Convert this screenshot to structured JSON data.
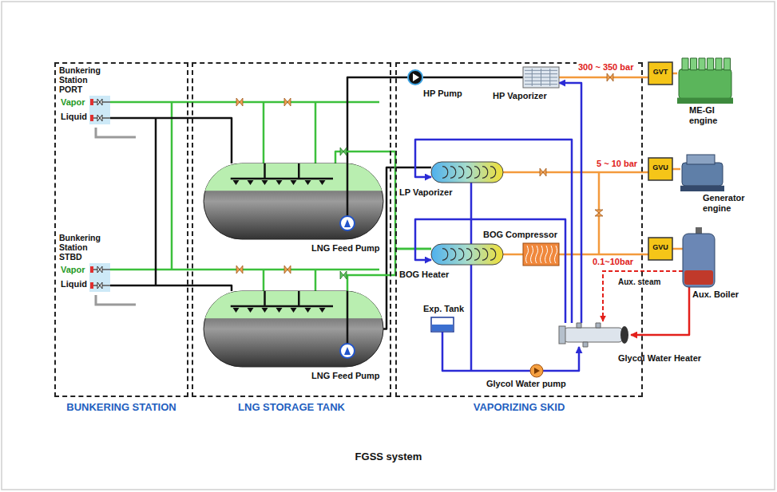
{
  "diagram": {
    "caption": "FGSS system",
    "nodes": [
      {
        "text": [
          "BUNKERING STATION"
        ]
      },
      {
        "text": [
          "Bunkering Station PORT",
          "Vapor",
          "Liquid"
        ],
        "in": 0
      },
      {
        "text": [
          "Bunkering Station STBD",
          "Vapor",
          "Liquid"
        ],
        "in": 0
      },
      {
        "text": [
          "LNG STORAGE TANK"
        ]
      },
      {
        "text": [
          "LNG Feed Pump"
        ],
        "in": 3
      },
      {
        "text": [
          "LNG Feed Pump"
        ],
        "in": 3
      },
      {
        "text": [
          "VAPORIZING SKID"
        ]
      },
      {
        "text": [
          "HP Pump"
        ],
        "in": 6
      },
      {
        "text": [
          "HP Vaporizer"
        ],
        "in": 6
      },
      {
        "text": [
          "LP Vaporizer"
        ],
        "in": 6
      },
      {
        "text": [
          "BOG Heater"
        ],
        "in": 6
      },
      {
        "text": [
          "BOG Compressor"
        ],
        "in": 6
      },
      {
        "text": [
          "Exp. Tank"
        ],
        "in": 6
      },
      {
        "text": [
          "Glycol Water pump"
        ],
        "in": 6
      },
      {
        "text": [
          "Glycol Water Heater"
        ],
        "in": 6
      },
      {
        "text": [
          "GVT"
        ]
      },
      {
        "text": [
          "ME-GI engine"
        ]
      },
      {
        "text": [
          "GVU"
        ]
      },
      {
        "text": [
          "Generator engine"
        ]
      },
      {
        "text": [
          "GVU"
        ]
      },
      {
        "text": [
          "Aux. Boiler"
        ]
      }
    ],
    "edges": [
      {
        "from": 1,
        "to": 4,
        "arrow": "none"
      },
      {
        "from": 2,
        "to": 5,
        "arrow": "none"
      },
      {
        "from": 4,
        "to": 7,
        "arrow": "none"
      },
      {
        "from": 7,
        "to": 8,
        "arrow": "none"
      },
      {
        "from": 8,
        "to": 15,
        "label": "300 ~ 350 bar",
        "arrow": "none"
      },
      {
        "from": 5,
        "to": 9,
        "arrow": "none"
      },
      {
        "from": 9,
        "to": 17,
        "label": "5 ~ 10 bar",
        "arrow": "none"
      },
      {
        "from": 5,
        "to": 10,
        "arrow": "none"
      },
      {
        "from": 4,
        "to": 10,
        "arrow": "none"
      },
      {
        "from": 10,
        "to": 11,
        "arrow": "none"
      },
      {
        "from": 11,
        "to": 19,
        "label": "0.1~10bar",
        "arrow": "none"
      },
      {
        "from": 12,
        "to": 13,
        "arrow": "none"
      },
      {
        "from": 13,
        "to": 14,
        "arrow": "to"
      },
      {
        "from": 14,
        "to": 8,
        "arrow": "to"
      },
      {
        "from": 14,
        "to": 9,
        "arrow": "to"
      },
      {
        "from": 14,
        "to": 10,
        "arrow": "to"
      },
      {
        "from": 20,
        "to": 14,
        "arrow": "to"
      },
      {
        "from": 15,
        "to": 16,
        "arrow": "none"
      },
      {
        "from": 17,
        "to": 18,
        "arrow": "none"
      },
      {
        "from": 19,
        "to": 20,
        "arrow": "none"
      }
    ],
    "labels": [
      "Aux. steam"
    ]
  }
}
